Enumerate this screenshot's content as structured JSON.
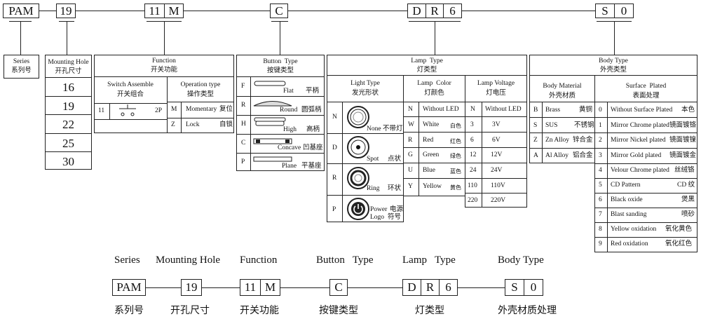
{
  "top_code": [
    "PAM",
    "19",
    "11",
    "M",
    "C",
    "D",
    "R",
    "6",
    "S",
    "0"
  ],
  "series": {
    "title_en": "Series",
    "title_cn": "系列号"
  },
  "mounting": {
    "title_en": "Mounting Hole",
    "title_cn": "开孔尺寸",
    "values": [
      "16",
      "19",
      "22",
      "25",
      "30"
    ]
  },
  "function": {
    "title_en": "Function",
    "title_cn": "开关功能",
    "switch_en": "Switch  Assemble",
    "switch_cn": "开关组合",
    "switch_code": "11",
    "switch_label": "2P",
    "op_en": "Operation type",
    "op_cn": "操作类型",
    "ops": [
      {
        "code": "M",
        "en": "Momentary",
        "cn": "复位"
      },
      {
        "code": "Z",
        "en": "Lock",
        "cn": "自锁"
      }
    ]
  },
  "button": {
    "title_en": "Button  Type",
    "title_cn": "按键类型",
    "items": [
      {
        "code": "F",
        "en": "Flat",
        "cn": "平柄"
      },
      {
        "code": "R",
        "en": "Round",
        "cn": "圆弧柄"
      },
      {
        "code": "H",
        "en": "High",
        "cn": "高柄"
      },
      {
        "code": "C",
        "en": "Concave",
        "cn": "凹基座"
      },
      {
        "code": "P",
        "en": "Plane",
        "cn": "平基座"
      }
    ]
  },
  "lamp": {
    "title_en": "Lamp  Type",
    "title_cn": "灯类型",
    "light_en": "Light Type",
    "light_cn": "发光形状",
    "lights": [
      {
        "code": "N",
        "en": "None",
        "cn": "不带灯",
        "icon": "ring-button-icon"
      },
      {
        "code": "D",
        "en": "Spot",
        "cn": "点状",
        "icon": "spot-button-icon"
      },
      {
        "code": "R",
        "en": "Ring",
        "cn": "环状",
        "icon": "ring-light-icon"
      },
      {
        "code": "P",
        "en": "Power",
        "cn": "电源",
        "en2": "Logo",
        "cn2": "符号",
        "icon": "power-logo-icon"
      }
    ],
    "color_en": "Lamp  Color",
    "color_cn": "灯颜色",
    "colors": [
      {
        "code": "N",
        "en": "Without LED",
        "cn": ""
      },
      {
        "code": "W",
        "en": "White",
        "cn": "白色"
      },
      {
        "code": "R",
        "en": "Red",
        "cn": "红色"
      },
      {
        "code": "G",
        "en": "Green",
        "cn": "绿色"
      },
      {
        "code": "U",
        "en": "Blue",
        "cn": "蓝色"
      },
      {
        "code": "Y",
        "en": "Yellow",
        "cn": "黄色"
      }
    ],
    "voltage_en": "Lamp Voltage",
    "voltage_cn": "灯电压",
    "voltages": [
      {
        "code": "N",
        "val": "Without LED"
      },
      {
        "code": "3",
        "val": "3V"
      },
      {
        "code": "6",
        "val": "6V"
      },
      {
        "code": "12",
        "val": "12V"
      },
      {
        "code": "24",
        "val": "24V"
      },
      {
        "code": "110",
        "val": "110V"
      },
      {
        "code": "220",
        "val": "220V"
      }
    ]
  },
  "body": {
    "title_en": "Body Type",
    "title_cn": "外壳类型",
    "material_en": "Body Material",
    "material_cn": "外壳材质",
    "materials": [
      {
        "code": "B",
        "en": "Brass",
        "cn": "黄铜"
      },
      {
        "code": "S",
        "en": "SUS",
        "cn": "不锈钢"
      },
      {
        "code": "Z",
        "en": "Zn Alloy",
        "cn": "锌合金"
      },
      {
        "code": "A",
        "en": "Al Alloy",
        "cn": "铝合金"
      }
    ],
    "surface_en": "Surface  Plated",
    "surface_cn": "表面处理",
    "surfaces": [
      {
        "code": "0",
        "en": "Without Surface Plated",
        "cn": "本色"
      },
      {
        "code": "1",
        "en": "Mirror Chrome plated",
        "cn": "镜面镀铬"
      },
      {
        "code": "2",
        "en": "Mirror Nickel plated",
        "cn": "镜面镀镍"
      },
      {
        "code": "3",
        "en": "Mirror Gold plated",
        "cn": "镜面镀金"
      },
      {
        "code": "4",
        "en": "Velour Chrome plated",
        "cn": "丝绒铬"
      },
      {
        "code": "5",
        "en": "CD Pattern",
        "cn": "CD 纹"
      },
      {
        "code": "6",
        "en": "Black oxide",
        "cn": "煲黑"
      },
      {
        "code": "7",
        "en": "Blast sanding",
        "cn": "喷砂"
      },
      {
        "code": "8",
        "en": "Yellow oxidation",
        "cn": "氧化黄色"
      },
      {
        "code": "9",
        "en": "Red oxidation",
        "cn": "氧化红色"
      }
    ]
  },
  "bottom": {
    "labels_en": [
      "Series",
      "Mounting Hole",
      "Function",
      "Button   Type",
      "Lamp   Type",
      "Body Type"
    ],
    "labels_cn": [
      "系列号",
      "开孔尺寸",
      "开关功能",
      "按键类型",
      "灯类型",
      "外壳材质处理"
    ],
    "codes": [
      "PAM",
      "19",
      "11",
      "M",
      "C",
      "D",
      "R",
      "6",
      "S",
      "0"
    ]
  }
}
